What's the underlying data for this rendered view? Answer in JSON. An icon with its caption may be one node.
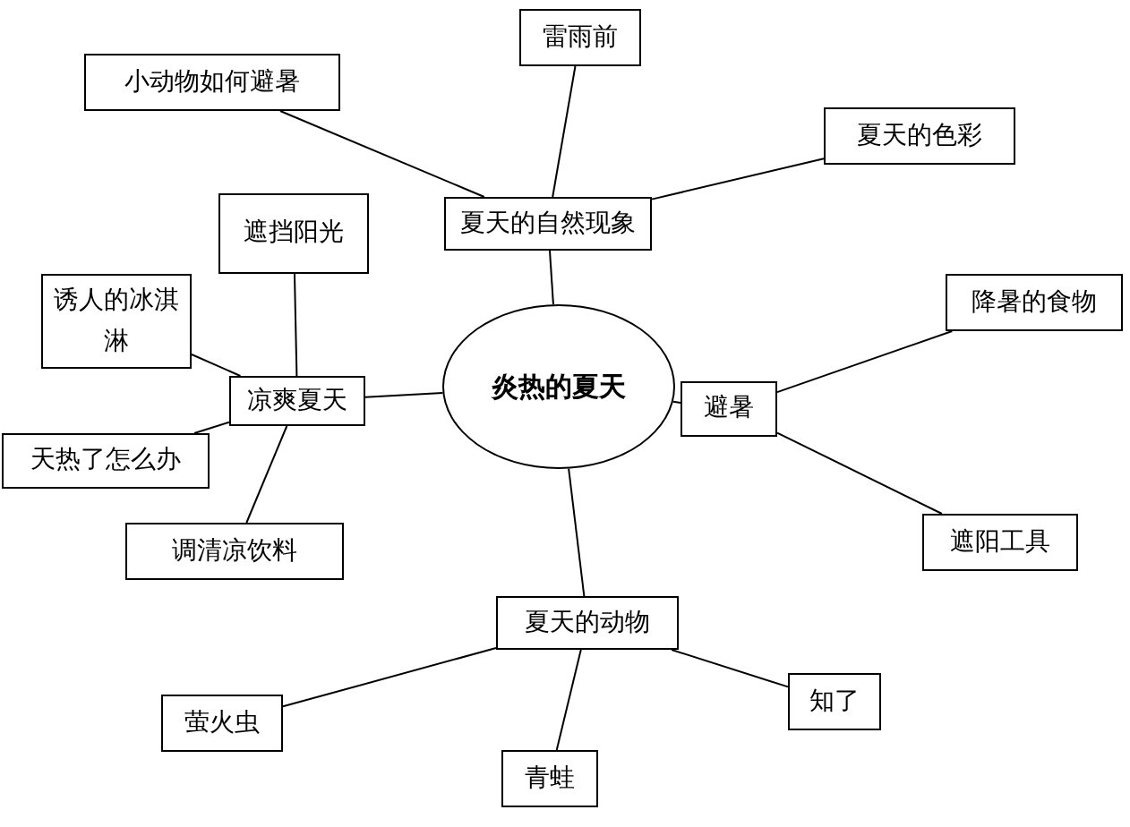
{
  "diagram": {
    "nodes": [
      {
        "text": [
          "炎热的夏天"
        ]
      },
      {
        "text": [
          "夏天的自然现象"
        ]
      },
      {
        "text": [
          "雷雨前"
        ]
      },
      {
        "text": [
          "小动物如何避暑"
        ]
      },
      {
        "text": [
          "夏天的色彩"
        ]
      },
      {
        "text": [
          "凉爽夏天"
        ]
      },
      {
        "text": [
          "遮挡阳光"
        ]
      },
      {
        "text": [
          "诱人的冰淇淋"
        ]
      },
      {
        "text": [
          "天热了怎么办"
        ]
      },
      {
        "text": [
          "调清凉饮料"
        ]
      },
      {
        "text": [
          "避暑"
        ]
      },
      {
        "text": [
          "降暑的食物"
        ]
      },
      {
        "text": [
          "遮阳工具"
        ]
      },
      {
        "text": [
          "夏天的动物"
        ]
      },
      {
        "text": [
          "萤火虫"
        ]
      },
      {
        "text": [
          "知了"
        ]
      },
      {
        "text": [
          "青蛙"
        ]
      }
    ],
    "edges": [
      {
        "from": 0,
        "to": 1,
        "arrow": "none"
      },
      {
        "from": 1,
        "to": 2,
        "arrow": "none"
      },
      {
        "from": 1,
        "to": 3,
        "arrow": "none"
      },
      {
        "from": 1,
        "to": 4,
        "arrow": "none"
      },
      {
        "from": 0,
        "to": 5,
        "arrow": "none"
      },
      {
        "from": 5,
        "to": 6,
        "arrow": "none"
      },
      {
        "from": 5,
        "to": 7,
        "arrow": "none"
      },
      {
        "from": 5,
        "to": 8,
        "arrow": "none"
      },
      {
        "from": 5,
        "to": 9,
        "arrow": "none"
      },
      {
        "from": 0,
        "to": 10,
        "arrow": "none"
      },
      {
        "from": 10,
        "to": 11,
        "arrow": "none"
      },
      {
        "from": 10,
        "to": 12,
        "arrow": "none"
      },
      {
        "from": 0,
        "to": 13,
        "arrow": "none"
      },
      {
        "from": 13,
        "to": 14,
        "arrow": "none"
      },
      {
        "from": 13,
        "to": 15,
        "arrow": "none"
      },
      {
        "from": 13,
        "to": 16,
        "arrow": "none"
      }
    ]
  }
}
